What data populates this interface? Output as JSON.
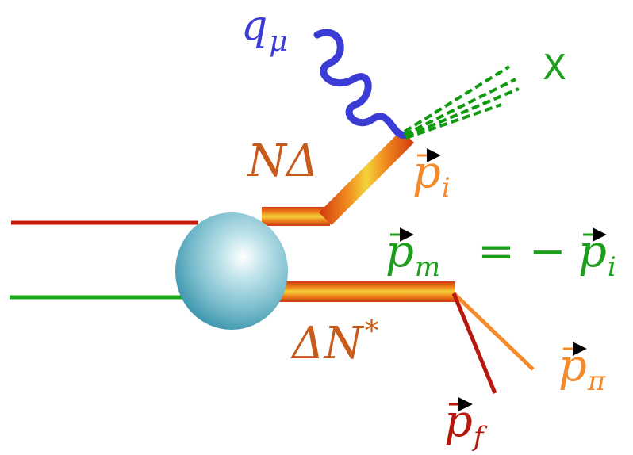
{
  "colors": {
    "background": "#ffffff",
    "photon": "#3b3bd6",
    "x_dashes": "#109a10",
    "incoming_top": "#c41a08",
    "incoming_bottom": "#1aa81a",
    "blob_light": "#e4f4f6",
    "blob_mid": "#8fc8d6",
    "blob_dark": "#2f8ea8",
    "bar_core": "#f3d33a",
    "bar_mid": "#f08a1e",
    "bar_edge": "#d23a10",
    "label_brown": "#c85a1a",
    "label_orange": "#f58a2a",
    "label_green": "#1c9e1c",
    "label_red": "#b8180c",
    "label_blue": "#3b3bd6"
  },
  "labels": {
    "photon_q": "q",
    "photon_mu": "μ",
    "x_label": "X",
    "n_delta": "NΔ",
    "p_i": "p",
    "p_i_sub": "i",
    "p_m": "p",
    "p_m_sub": "m",
    "equals_minus": "= −",
    "p_m_rhs": "p",
    "p_m_rhs_sub": "i",
    "delta_nstar": "ΔN",
    "delta_nstar_sup": "*",
    "p_pi": "p",
    "p_pi_sub": "π",
    "p_f": "p",
    "p_f_sub": "f"
  }
}
